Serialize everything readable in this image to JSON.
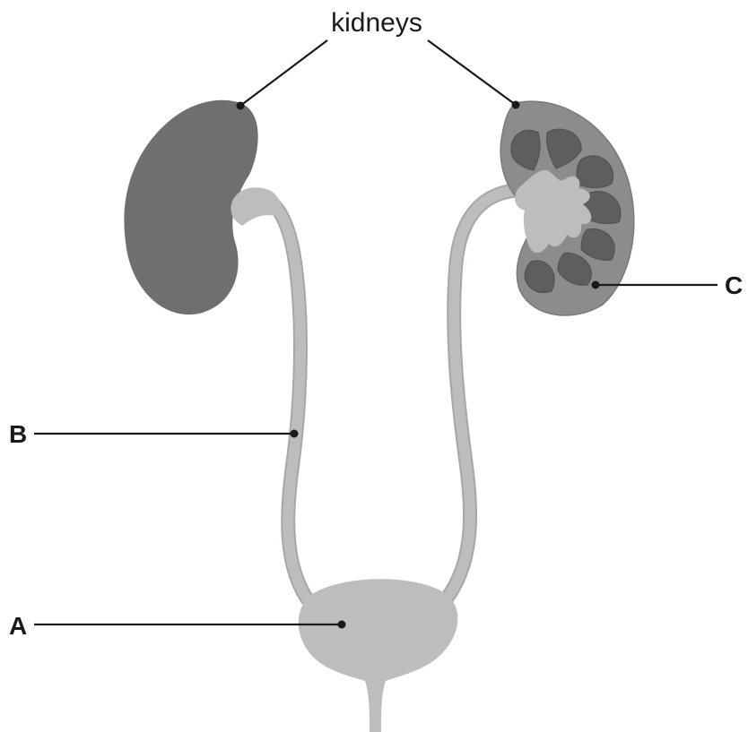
{
  "diagram": {
    "labels": {
      "kidneys": "kidneys",
      "a": "A",
      "b": "B",
      "c": "C"
    },
    "colors": {
      "kidney_solid": "#6f6f6f",
      "kidney_cortex": "#8c8c8c",
      "pyramid": "#5e5e5e",
      "pelvis": "#bcbdbf",
      "ureter": "#bcbdbf",
      "ureter_edge": "#a6a7a9",
      "bladder": "#bcbdbf",
      "line": "#1a1a1a"
    }
  }
}
